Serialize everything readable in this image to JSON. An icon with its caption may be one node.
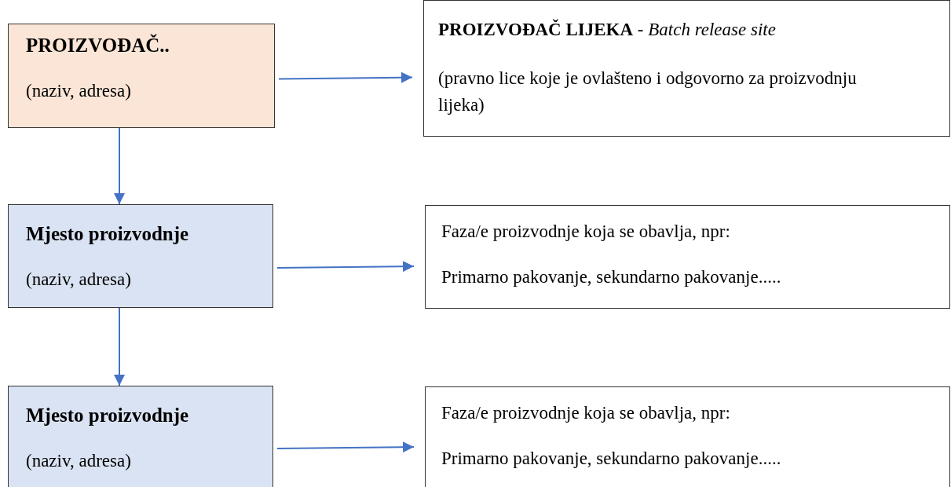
{
  "diagram": {
    "nodes": [
      {
        "text": [
          "PROIZVOĐAČ..",
          "(naziv, adresa)"
        ]
      },
      {
        "text": [
          "**PROIZVOĐAČ LIJEKA** - *Batch release site*",
          "(pravno lice koje je ovlašteno i odgovorno za proizvodnju lijeka)"
        ]
      },
      {
        "text": [
          "Mjesto proizvodnje",
          "(naziv, adresa)"
        ]
      },
      {
        "text": [
          "Faza/e proizvodnje koja se obavlja, npr:",
          "Primarno pakovanje, sekundarno pakovanje....."
        ]
      },
      {
        "text": [
          "Mjesto proizvodnje",
          "(naziv, adresa)"
        ]
      },
      {
        "text": [
          "Faza/e proizvodnje koja se obavlja, npr:",
          "Primarno pakovanje, sekundarno pakovanje....."
        ]
      }
    ],
    "edges": [
      {
        "from": 0,
        "to": 1,
        "arrow": "to"
      },
      {
        "from": 0,
        "to": 2,
        "arrow": "to"
      },
      {
        "from": 2,
        "to": 3,
        "arrow": "to"
      },
      {
        "from": 2,
        "to": 4,
        "arrow": "to"
      },
      {
        "from": 4,
        "to": 5,
        "arrow": "to"
      }
    ]
  }
}
